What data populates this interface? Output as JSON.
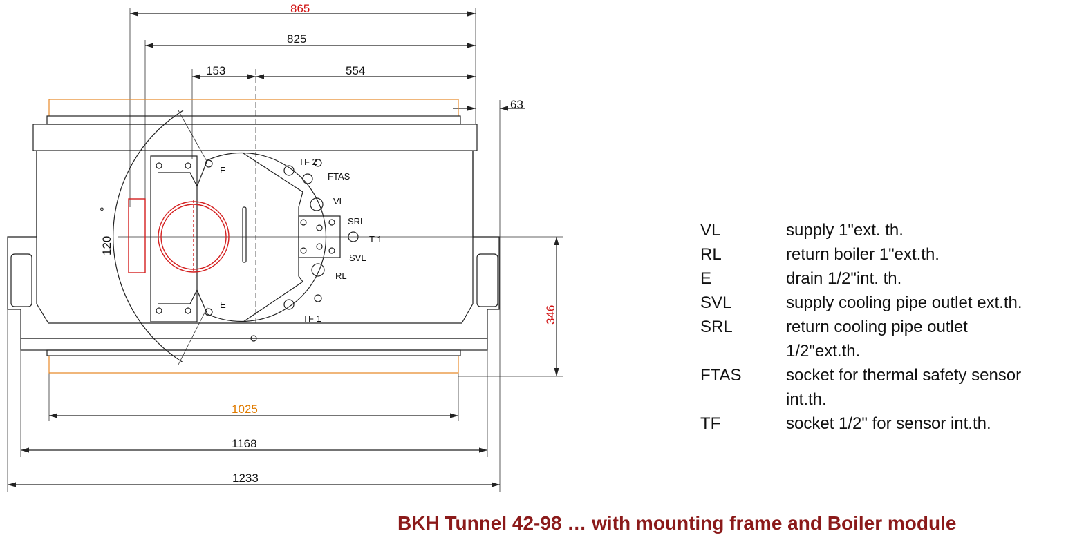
{
  "dimensions": {
    "d865": "865",
    "d825": "825",
    "d153": "153",
    "d554": "554",
    "d63": "63",
    "d120": "120",
    "deg": "°",
    "d346": "346",
    "d1025": "1025",
    "d1168": "1168",
    "d1233": "1233"
  },
  "labels": {
    "tf2": "TF  2",
    "ftas": "FTAS",
    "vl": "VL",
    "srl": "SRL",
    "t1": "T 1",
    "svl": "SVL",
    "rl": "RL",
    "e_top": "E",
    "e_bottom": "E",
    "tf1": "TF  1"
  },
  "legend": [
    {
      "key": "VL",
      "lines": [
        "supply 1\"ext. th."
      ]
    },
    {
      "key": "RL",
      "lines": [
        "return boiler 1\"ext.th."
      ]
    },
    {
      "key": "E",
      "lines": [
        "drain 1/2\"int. th."
      ]
    },
    {
      "key": "SVL",
      "lines": [
        "supply cooling pipe outlet ext.th."
      ]
    },
    {
      "key": "SRL",
      "lines": [
        "return cooling pipe outlet",
        "1/2\"ext.th."
      ]
    },
    {
      "key": "FTAS",
      "lines": [
        "socket for thermal safety sensor",
        "int.th."
      ]
    },
    {
      "key": "TF",
      "lines": [
        "socket 1/2\" for sensor int.th."
      ]
    }
  ],
  "title": "BKH Tunnel 42-98 … with mounting frame and  Boiler module",
  "colors": {
    "dimension_red": "#d01010",
    "dimension_orange": "#e07b00",
    "title": "#8b1a1a"
  }
}
